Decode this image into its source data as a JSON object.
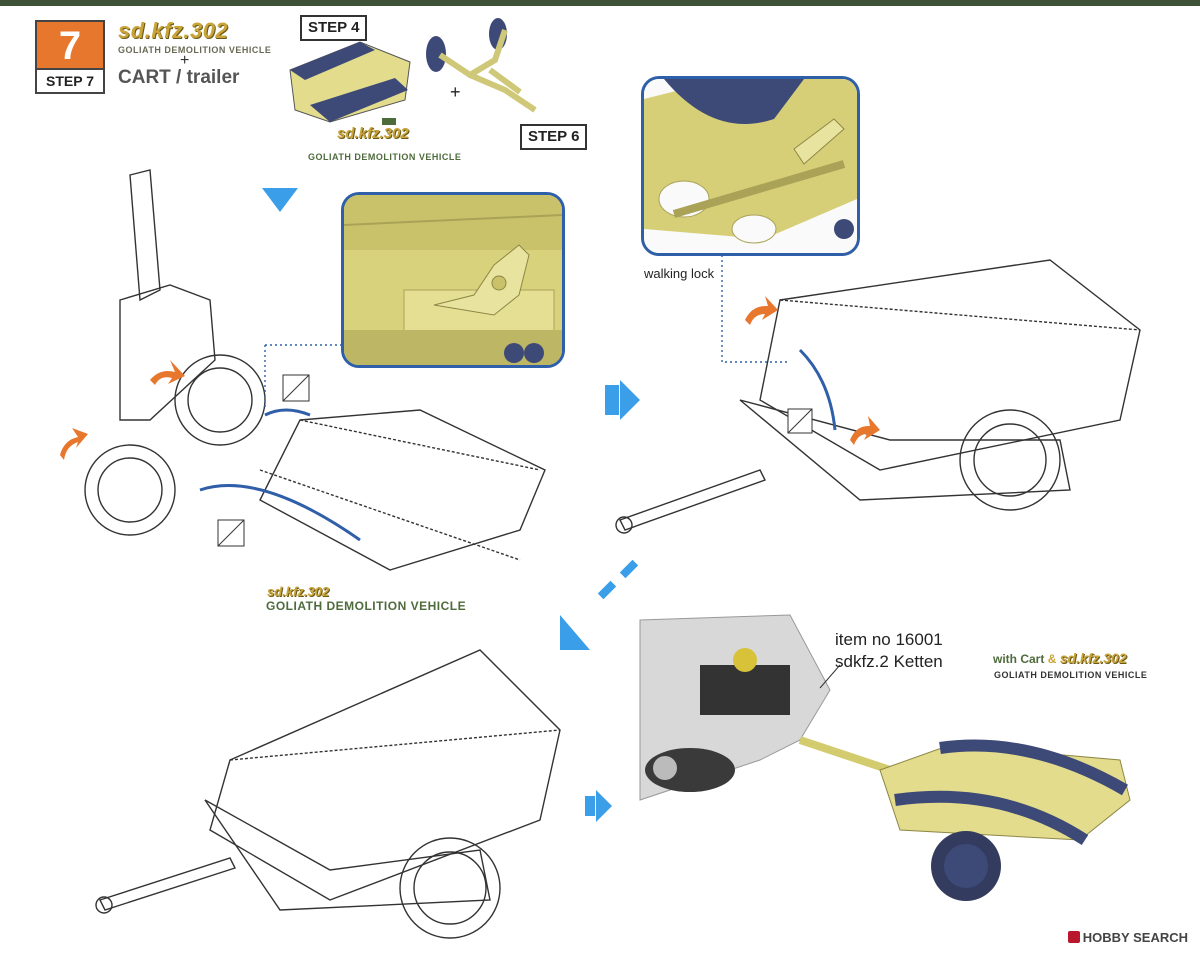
{
  "header": {
    "step_number": "7",
    "step_label": "STEP 7",
    "title": "sd.kfz.302",
    "title_sub": "GOLIATH DEMOLITION VEHICLE",
    "plus": "+",
    "cart_title": "CART / trailer"
  },
  "references": {
    "step4": "STEP 4",
    "step6": "STEP 6",
    "plus": "+",
    "vehicle_code": "sd.kfz.302",
    "vehicle_name": "GOLIATH DEMOLITION VEHICLE"
  },
  "assembly": {
    "vehicle_code": "sd.kfz.302",
    "vehicle_name": "GOLIATH DEMOLITION VEHICLE",
    "walking_lock": "walking lock"
  },
  "final": {
    "item_no": "item no 16001",
    "item_name": "sdkfz.2 Ketten",
    "with_cart": "with Cart",
    "ampersand": "&",
    "vehicle_code": "sd.kfz.302",
    "vehicle_name": "GOLIATH DEMOLITION VEHICLE"
  },
  "watermark": "HOBBY SEARCH",
  "colors": {
    "accent_orange": "#e8772e",
    "arrow_blue": "#3a9ee8",
    "frame_blue": "#2f5fa8",
    "part_yellow": "#e2dc8c",
    "track_blue": "#3d4a78",
    "gold": "#c9a43a",
    "olive_text": "#4e6b3c"
  }
}
